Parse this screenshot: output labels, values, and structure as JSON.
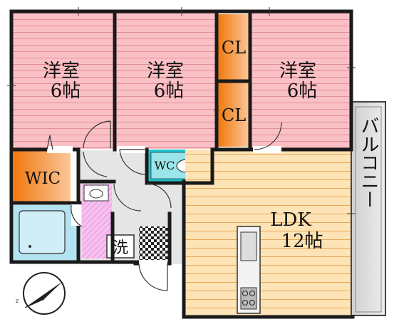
{
  "rooms": {
    "room1": {
      "name": "洋室",
      "size": "6帖"
    },
    "room2": {
      "name": "洋室",
      "size": "6帖"
    },
    "room3": {
      "name": "洋室",
      "size": "6帖"
    },
    "ldk": {
      "name": "LDK",
      "size": "12帖"
    }
  },
  "closets": {
    "cl_top": "CL",
    "cl_bottom": "CL"
  },
  "wic": "WIC",
  "wc": "WC",
  "laundry": "洗",
  "balcony": "バルコニー",
  "colors": {
    "bedroom": "#f7b7bd",
    "closet": "#f08a1e",
    "ldk": "#fde1b0",
    "wc": "#19c6cf",
    "laundry": "#f6b6ef",
    "bath": "#a9dcec",
    "balcony": "#d9d9d9",
    "hall": "#e6e6e6",
    "wall": "#1a1a1a"
  }
}
